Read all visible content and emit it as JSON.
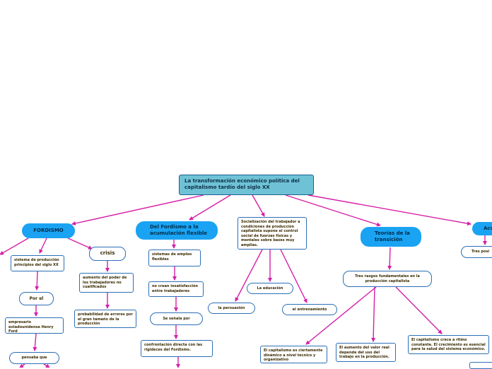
{
  "root": {
    "text": "La transformación económico política del capitalismo tardío del siglo XX"
  },
  "fordismo": {
    "title": "FORDISMO",
    "sistema": "sistema de producción principios del siglo XX",
    "por_el": "Por el",
    "empresario": "empresario estadounidense Henry Ford",
    "pensaba": "pensaba que"
  },
  "crisis": {
    "title": "crisis",
    "aumento": "aumento del poder de los trabajadores no cualificados",
    "probabilidad": "probabilidad de errores por el gran tamaño de la producción"
  },
  "del_fordismo": {
    "title": "Del Fordismo a la acumulación flexible",
    "sistemas": "sistemas de empleo flexibles",
    "no_crean": "no crean insatisfacción entre trabajadores",
    "se_senala": "Se señala por",
    "confrontacion": "confrontación directa con las rigideces del Fordismo."
  },
  "socializacion": {
    "text": "Socialización del trabajador a condiciones de producción capitalista supone el control social de fuerzas físicas y mentales sobre bases muy amplias.",
    "persuasion": "la persuasión",
    "educacion": "La educación",
    "entrenamiento": "el entrenamiento"
  },
  "teorias": {
    "title": "Teorías de la transición",
    "tres_rasgos": "Tres rasgos fundamentales en la producción capitalista",
    "capitalismo_orientado": "El capitalismo es ciertamente dinámico a nivel técnico y organizativo",
    "aumento_valor": "El aumento del valor real depende del uso del trabajo en la producción.",
    "capitalismo_crece": "El capitalismo crece a ritmo constante. El crecimiento es esencial para la salud del sistema económico."
  },
  "right_edge": {
    "title": "Acu",
    "tres": "Tres posi"
  }
}
